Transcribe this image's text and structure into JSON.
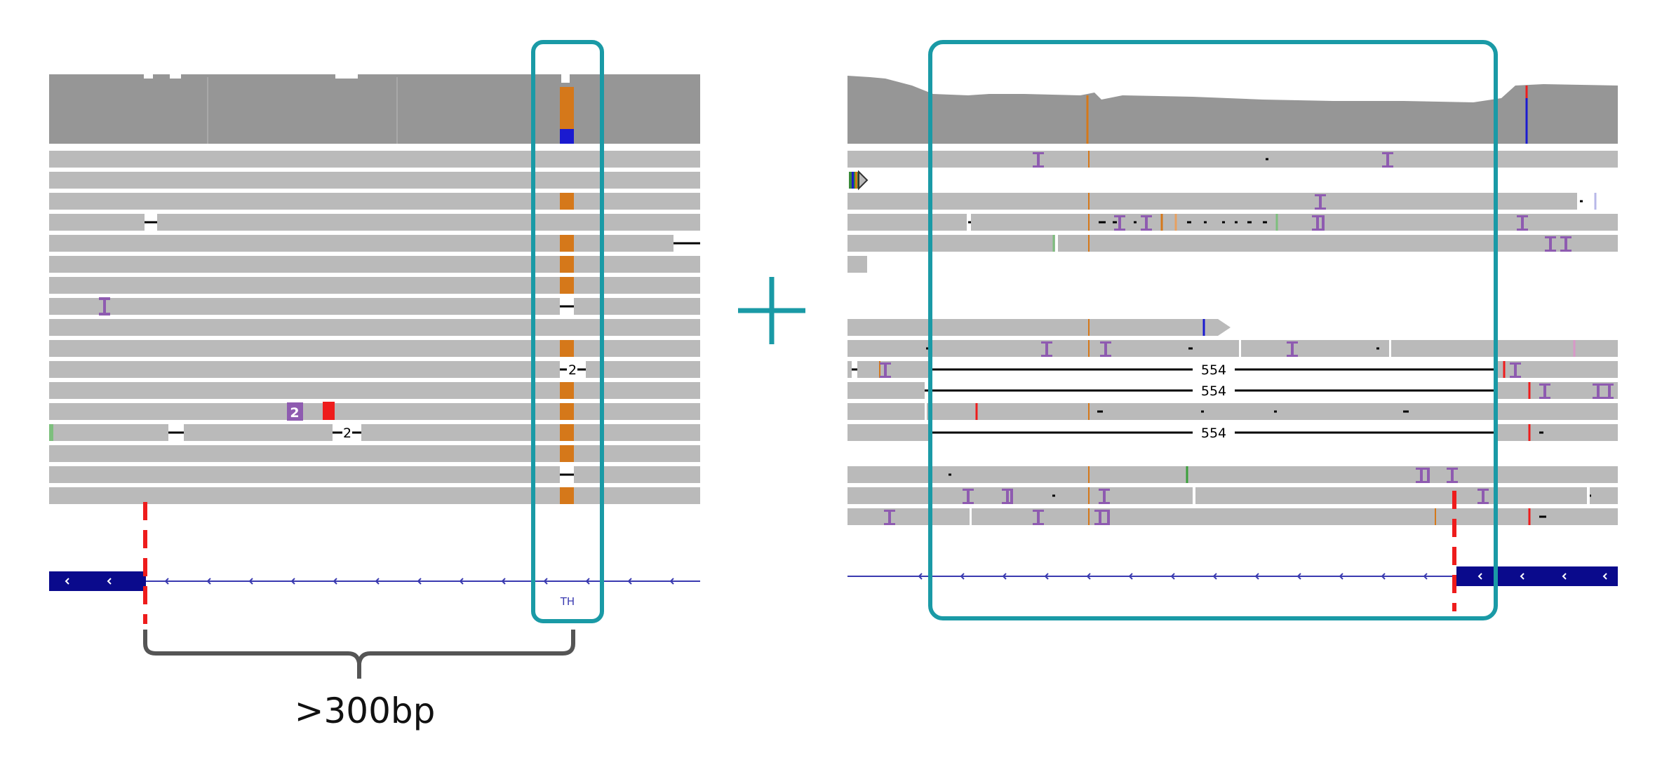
{
  "colors": {
    "coverage": "#969696",
    "read": "#bababa",
    "exon": "#0a0a8c",
    "intron": "#3a3ab0",
    "highlight": "#1a9aa6",
    "mismatch_orange": "#d5781a",
    "mismatch_blue": "#1a1ad0",
    "insertion": "#8e5bb0",
    "deletion": "#000000",
    "breakpoint": "#ee1c1c",
    "brace": "#555555"
  },
  "icons": {
    "plus": "plus-icon",
    "strand": "chevron-left-icon",
    "brace": "curly-brace-icon"
  },
  "left_panel": {
    "feature_label": "TH",
    "deletion_labels": [
      "2",
      "2"
    ],
    "insertion_label": "2"
  },
  "right_panel": {
    "splice_labels": [
      "554",
      "554",
      "554"
    ]
  },
  "annotation": {
    "distance_label": ">300bp"
  }
}
